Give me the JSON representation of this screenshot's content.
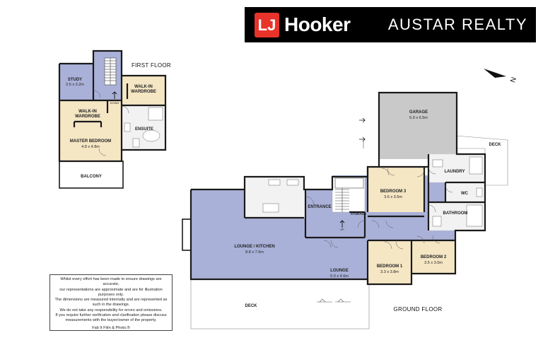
{
  "header": {
    "logo_mark": "LJ",
    "logo_word": "Hooker",
    "agency": "AUSTAR REALTY",
    "colors": {
      "banner": "#000000",
      "logo_red": "#e8332a",
      "text": "#ffffff"
    }
  },
  "floors": {
    "first": "FIRST FLOOR",
    "ground": "GROUND FLOOR"
  },
  "first_floor_rooms": {
    "study": {
      "name": "STUDY",
      "dims": "2.5 x 3.2m"
    },
    "walkin_1": {
      "line1": "WALK-IN",
      "line2": "WARDROBE"
    },
    "walkin_2": {
      "line1": "WALK-IN",
      "line2": "WARDROBE"
    },
    "ensuite": {
      "name": "ENSUITE"
    },
    "master": {
      "name": "MASTER BEDROOM",
      "dims": "4.8 x 4.8m"
    },
    "balcony": {
      "name": "BALCONY"
    },
    "stair_down": "DOWN"
  },
  "ground_floor_rooms": {
    "garage": {
      "name": "GARAGE",
      "dims": "5.9 x 6.5m"
    },
    "deck_right": {
      "name": "DECK"
    },
    "laundry": {
      "name": "LAUNDRY"
    },
    "wc": {
      "name": "WC"
    },
    "bathroom": {
      "name": "BATHROOM"
    },
    "bedroom3": {
      "name": "BEDROOM 3",
      "dims": "3.6 x 3.5m"
    },
    "entrance": {
      "name": "ENTRANCE"
    },
    "storage": {
      "name": "STORAGE"
    },
    "stair_up": "UP",
    "lounge_kitchen": {
      "name": "LOUNGE / KITCHEN",
      "dims": "8.8 x 7.5m"
    },
    "lounge": {
      "name": "LOUNGE",
      "dims": "5.0 x 4.6m"
    },
    "bedroom1": {
      "name": "BEDROOM 1",
      "dims": "3.3 x 3.8m"
    },
    "bedroom2": {
      "name": "BEDROOM 2",
      "dims": "3.5 x 3.0m"
    },
    "deck_bottom": {
      "name": "DECK"
    }
  },
  "compass": {
    "letter": "N"
  },
  "disclaimer": {
    "lines": [
      "Whilst every effort has been made to ensure drawings are accurate,",
      "our representations are approximate and are for illustration",
      "purposes only.",
      "The dimensions are measured internally and are represented as",
      "such in the drawings.",
      "We do not take any responsibility for errors and omissions.",
      "If you require further verification and clarification please discuss",
      "measurements with the buyer/owner of the property."
    ],
    "credit": "Fab It Film & Photo.®"
  },
  "colors": {
    "room_blue": "#aab1d8",
    "room_cream": "#f5e6c4",
    "garage_grey": "#c9c9c9",
    "tile_grey": "#f2f2f2"
  }
}
